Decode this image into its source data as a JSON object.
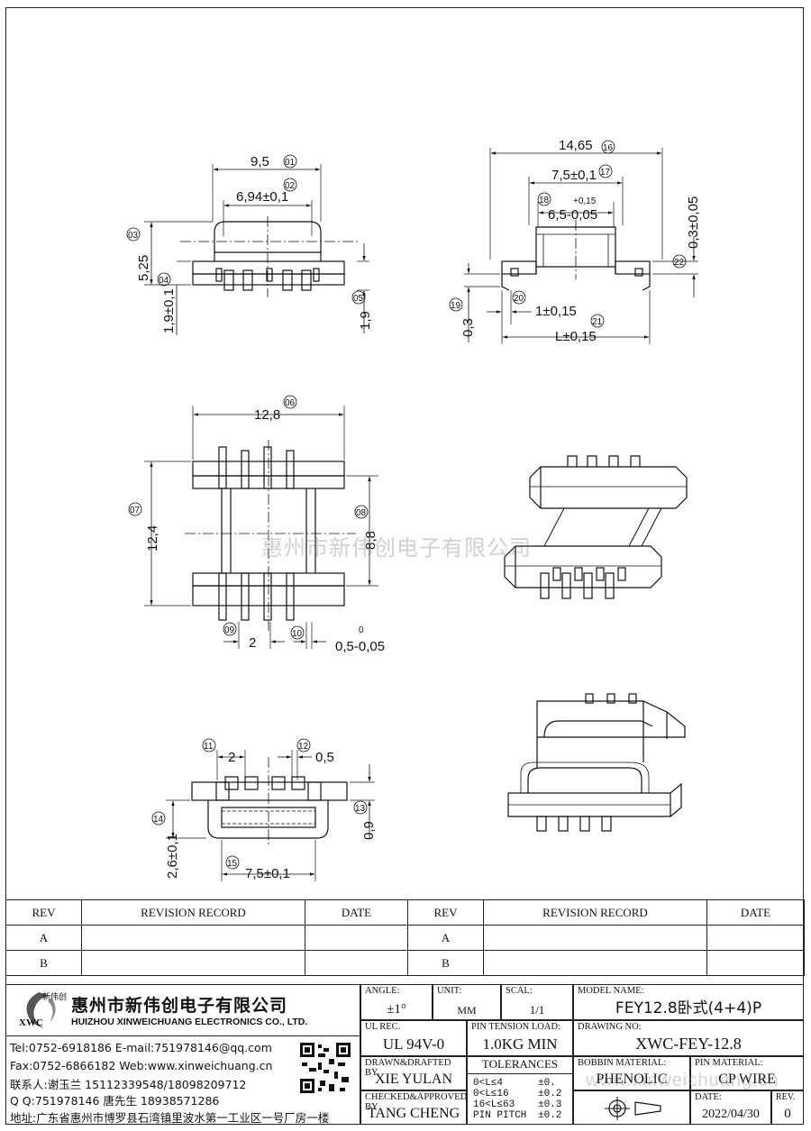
{
  "drawing": {
    "top_view": {
      "d01": "9,5",
      "d02": "6,94±0,1",
      "d03": "5,25",
      "d04": "1,9±0,1",
      "d05": "1,9"
    },
    "side_view": {
      "d16": "14,65",
      "d17": "7,5±0,1",
      "d18_tol": "+0,15",
      "d18": "6,5-0,05",
      "d22": "0,3±0,05",
      "d19": "0,3",
      "d20": "1±0,15",
      "d21": "L±0,15"
    },
    "bottom_view": {
      "d06": "12,8",
      "d07": "12,4",
      "d08": "8,8",
      "d09": "2",
      "d10_tol": "0",
      "d10": "0,5-0,05"
    },
    "front_view": {
      "d11": "2",
      "d12": "0,5",
      "d13": "0,9",
      "d14": "2,6±0,1",
      "d15": "7,5±0,1"
    },
    "balloons": [
      "01",
      "02",
      "03",
      "04",
      "05",
      "06",
      "07",
      "08",
      "09",
      "10",
      "11",
      "12",
      "13",
      "14",
      "15",
      "16",
      "17",
      "18",
      "19",
      "20",
      "21",
      "22"
    ]
  },
  "watermark": "惠州市新伟创电子有限公司",
  "revision_table": {
    "headers": [
      "REV",
      "REVISION RECORD",
      "DATE",
      "REV",
      "REVISION RECORD",
      "DATE"
    ],
    "rows": [
      [
        "A",
        "",
        "",
        "A",
        "",
        ""
      ],
      [
        "B",
        "",
        "",
        "B",
        "",
        ""
      ]
    ]
  },
  "company": {
    "logo_text": "XWC",
    "logo_sub": "新伟创",
    "name_cn": "惠州市新伟创电子有限公司",
    "name_en": "HUIZHOU XINWEICHUANG ELECTRONICS CO., LTD.",
    "tel": "Tel:0752-6918186 E-mail:751978146@qq.com",
    "fax": "Fax:0752-6866182 Web:www.xinweichuang.cn",
    "contact": "联系人:谢玉兰 15112339548/18098209712",
    "qq": "Q Q:751978146    唐先生 18938571286",
    "address": "地址:广东省惠州市博罗县石湾镇里波水第一工业区一号厂房一楼"
  },
  "title_block": {
    "angle_label": "ANGLE:",
    "angle": "±1°",
    "unit_label": "UNIT:",
    "unit": "MM",
    "scale_label": "SCAL:",
    "scale": "1/1",
    "model_label": "MODEL NAME:",
    "model": "FEY12.8卧式(4+4)P",
    "ul_label": "UL REC.",
    "ul": "UL 94V-0",
    "pin_tension_label": "PIN TENSION LOAD:",
    "pin_tension": "1.0KG MIN",
    "drawing_no_label": "DRAWING NO:",
    "drawing_no": "XWC-FEY-12.8",
    "drawn_label": "DRAWN&DRAFTED BY",
    "drawn": "XIE YULAN",
    "tolerances_label": "TOLERANCES",
    "tolerances": [
      [
        "0<L≤4",
        "±0."
      ],
      [
        "0<L≤16",
        "±0.2"
      ],
      [
        "16<L≤63",
        "±0.3"
      ],
      [
        "PIN PITCH",
        "±0.2"
      ]
    ],
    "bobbin_label": "BOBBIN MATERIAL:",
    "bobbin": "PHENOLIC",
    "pin_mat_label": "PIN MATERIAL:",
    "pin_mat": "CP WIRE",
    "checked_label": "CHECKED&APPROVED BY",
    "checked": "TANG CHENG",
    "date_label": "DATE:",
    "date": "2022/04/30",
    "rev_label": "REV.",
    "rev": "0",
    "web_watermark": "www.xinweichuang.cn"
  }
}
